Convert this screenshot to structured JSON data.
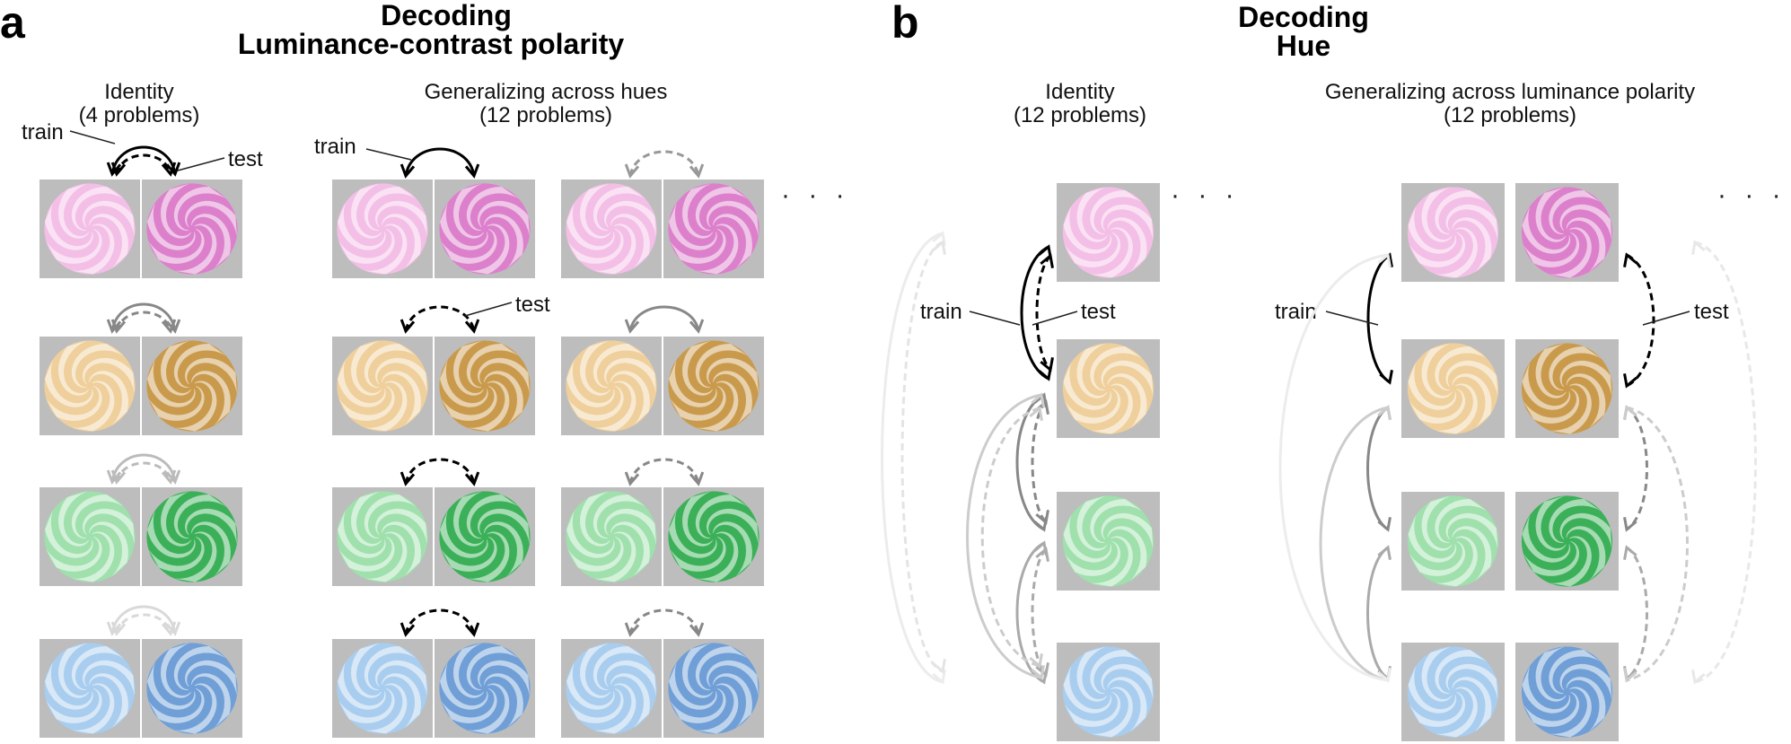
{
  "panels": {
    "a": {
      "letter": "a",
      "title_line1": "Decoding",
      "title_line2": "Luminance-contrast polarity",
      "identity_title": "Identity",
      "identity_sub": "(4 problems)",
      "gen_title": "Generalizing across hues",
      "gen_sub": "(12 problems)",
      "train_label": "train",
      "test_label": "test",
      "test_label_2": "test",
      "train_label_2": "train",
      "ellipsis": "· · ·"
    },
    "b": {
      "letter": "b",
      "title_line1": "Decoding",
      "title_line2": "Hue",
      "identity_title": "Identity",
      "identity_sub": "(12 problems)",
      "gen_title": "Generalizing across luminance polarity",
      "gen_sub": "(12 problems)",
      "train_label": "train",
      "test_label": "test",
      "train_label_2": "train",
      "test_label_2": "test",
      "ellipsis": "· · ·",
      "ellipsis_2": "· · ·"
    }
  },
  "stimuli": {
    "hues": [
      "pink",
      "orange",
      "green",
      "blue"
    ],
    "light": [
      "#f3bfe6",
      "#efd09c",
      "#9fe0ad",
      "#a9cdee"
    ],
    "dark": [
      "#dc80cc",
      "#c99a4c",
      "#3bb058",
      "#6f9fd6"
    ],
    "background": "#bdbdbd"
  }
}
